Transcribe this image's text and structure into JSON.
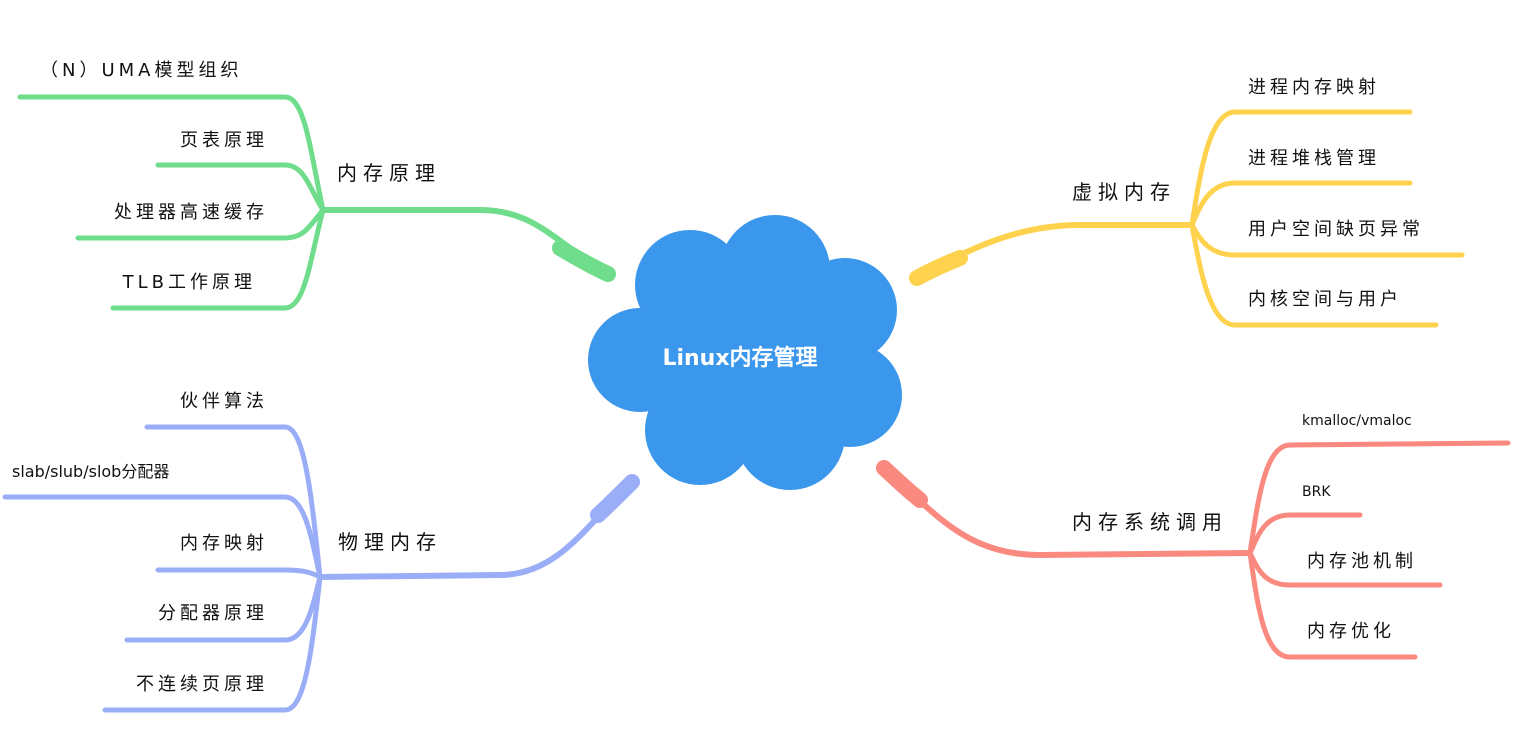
{
  "center": {
    "label": "Linux内存管理",
    "color": "#3a97ec"
  },
  "branches": {
    "principle": {
      "label": "内存原理",
      "color": "#6fdd8b",
      "children": [
        "（N）UMA模型组织",
        "页表原理",
        "处理器高速缓存",
        "TLB工作原理"
      ]
    },
    "virtual": {
      "label": "虚拟内存",
      "color": "#ffd24d",
      "children": [
        "进程内存映射",
        "进程堆栈管理",
        "用户空间缺页异常",
        "内核空间与用户"
      ]
    },
    "physical": {
      "label": "物理内存",
      "color": "#9aaef8",
      "children": [
        "伙伴算法",
        "slab/slub/slob分配器",
        "内存映射",
        "分配器原理",
        "不连续页原理"
      ]
    },
    "syscall": {
      "label": "内存系统调用",
      "color": "#fa8a80",
      "children": [
        "kmalloc/vmaloc",
        "BRK",
        "内存池机制",
        "内存优化"
      ]
    }
  }
}
